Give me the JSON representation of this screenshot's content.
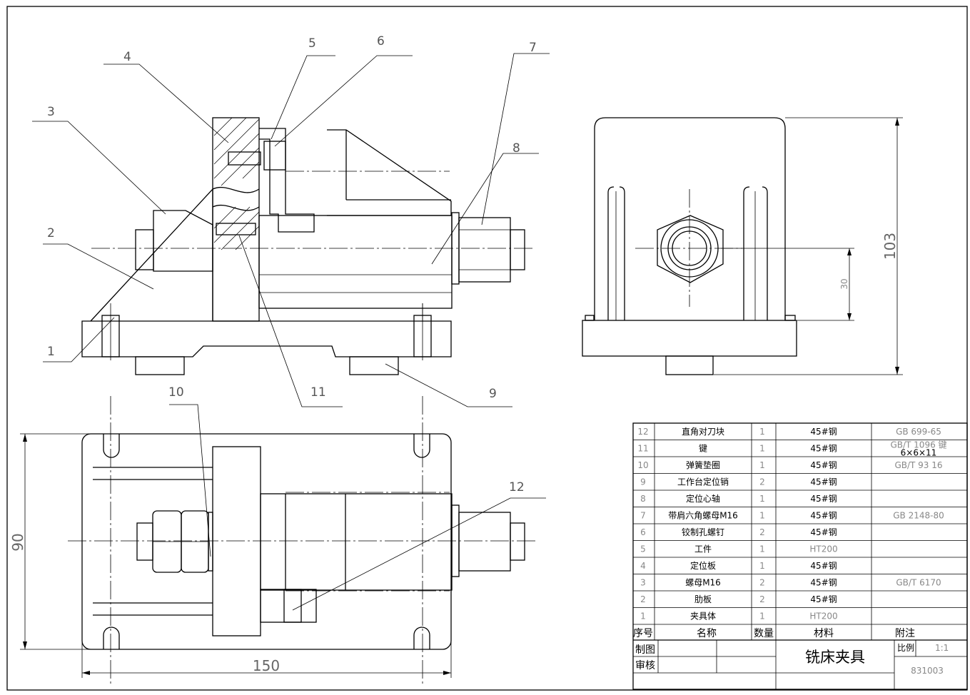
{
  "drawing": {
    "title": "铣床夹具",
    "scale_label": "比例",
    "scale_value": "1:1",
    "drawing_number": "831003",
    "roles": {
      "drafted": "制图",
      "reviewed": "审核"
    },
    "headers": {
      "no": "序号",
      "name": "名称",
      "qty": "数量",
      "material": "材料",
      "note": "附注"
    }
  },
  "dimensions": {
    "overall_height": "103",
    "center_height": "30",
    "overall_width": "150",
    "overall_depth": "90"
  },
  "balloons": [
    "1",
    "2",
    "3",
    "4",
    "5",
    "6",
    "7",
    "8",
    "9",
    "10",
    "11",
    "12"
  ],
  "parts": [
    {
      "no": "12",
      "name": "直角对刀块",
      "qty": "1",
      "material": "45#钢",
      "note": "GB 699-65"
    },
    {
      "no": "11",
      "name": "键",
      "qty": "1",
      "material": "45#钢",
      "note": "GB/T 1096 键",
      "note2": "6×6×11"
    },
    {
      "no": "10",
      "name": "弹簧垫圈",
      "qty": "1",
      "material": "45#钢",
      "note": "GB/T 93 16"
    },
    {
      "no": "9",
      "name": "工作台定位销",
      "qty": "2",
      "material": "45#钢",
      "note": ""
    },
    {
      "no": "8",
      "name": "定位心轴",
      "qty": "1",
      "material": "45#钢",
      "note": ""
    },
    {
      "no": "7",
      "name": "带肩六角螺母M16",
      "qty": "1",
      "material": "45#钢",
      "note": "GB 2148-80"
    },
    {
      "no": "6",
      "name": "铰制孔螺钉",
      "qty": "2",
      "material": "45#钢",
      "note": ""
    },
    {
      "no": "5",
      "name": "工件",
      "qty": "1",
      "material": "HT200",
      "note": ""
    },
    {
      "no": "4",
      "name": "定位板",
      "qty": "1",
      "material": "45#钢",
      "note": ""
    },
    {
      "no": "3",
      "name": "螺母M16",
      "qty": "2",
      "material": "45#钢",
      "note": "GB/T 6170"
    },
    {
      "no": "2",
      "name": "肋板",
      "qty": "2",
      "material": "45#钢",
      "note": ""
    },
    {
      "no": "1",
      "name": "夹具体",
      "qty": "1",
      "material": "HT200",
      "note": ""
    }
  ]
}
